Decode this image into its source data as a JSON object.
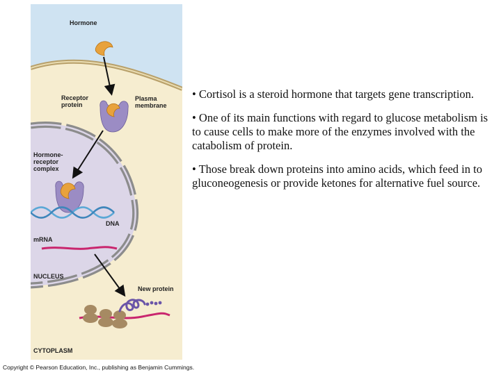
{
  "figure": {
    "labels": {
      "hormone": "Hormone",
      "receptor_protein": "Receptor\nprotein",
      "plasma_membrane": "Plasma\nmembrane",
      "hormone_receptor_complex": "Hormone-\nreceptor\ncomplex",
      "dna": "DNA",
      "mrna": "mRNA",
      "nucleus": "NUCLEUS",
      "new_protein": "New protein",
      "cytoplasm": "CYTOPLASM"
    },
    "colors": {
      "extracellular": "#cfe3f2",
      "cytoplasm": "#f6edd0",
      "nucleus": "#dcd6e8",
      "nuclear_envelope": "#8c8c8c",
      "hormone": "#e8a23c",
      "receptor": "#9b8cc4",
      "dna": "#5ba8d6",
      "mrna": "#c9266e",
      "ribosome": "#a68a63",
      "new_protein": "#6a55a8"
    }
  },
  "copyright": "Copyright © Pearson Education, Inc., publishing as Benjamin Cummings.",
  "bullets": [
    "• Cortisol is a steroid hormone that targets gene transcription.",
    "• One of its main functions with regard to glucose metabolism is to cause cells to make more of the enzymes involved with the catabolism of protein.",
    "• Those break down proteins into amino acids, which feed in to gluconeogenesis or provide ketones for alternative fuel source."
  ]
}
